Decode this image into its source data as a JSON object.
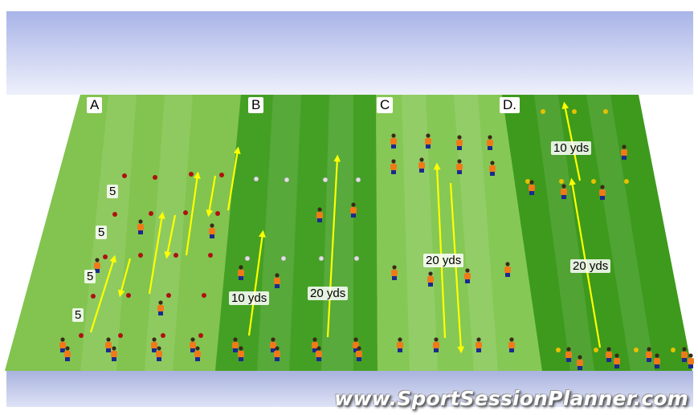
{
  "zones": [
    {
      "label": "A"
    },
    {
      "label": "B"
    },
    {
      "label": "C"
    },
    {
      "label": "D."
    }
  ],
  "distance_labels": {
    "a_1": "5",
    "a_2": "5",
    "a_3": "5",
    "a_4": "5",
    "b_short": "10 yds",
    "b_long": "20 yds",
    "c_long": "20 yds",
    "d_short": "10 yds",
    "d_long": "20 yds"
  },
  "watermark": "www.SportSessionPlanner.com",
  "colors": {
    "sky_top": "#a9b4e8",
    "sky_bottom": "#e8ebfa",
    "pitch_light": "#7cc24a",
    "pitch_dark": "#3f9a1e",
    "arrow": "#ffff00",
    "player_shirt": "#f07a1a",
    "player_shorts": "#1c2a8c",
    "cone_red": "#b01010",
    "cone_white": "#e0e0e0",
    "cone_yellow": "#e8c000"
  },
  "icons": [
    "player-icon",
    "cone-icon",
    "arrow-icon"
  ]
}
